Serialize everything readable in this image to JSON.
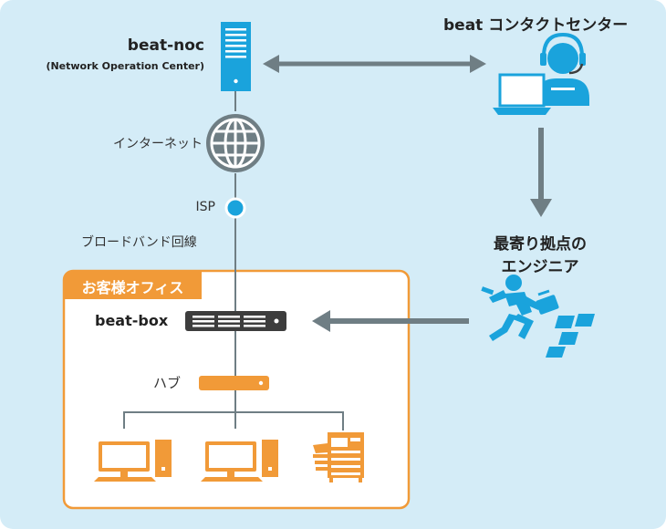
{
  "noc": {
    "title": "beat-noc",
    "subtitle": "(Network Operation Center)"
  },
  "contact_center": {
    "title": "beat コンタクトセンター"
  },
  "internet": {
    "label": "インターネット"
  },
  "isp": {
    "label": "ISP"
  },
  "broadband": {
    "label": "ブロードバンド回線"
  },
  "engineer": {
    "line1": "最寄り拠点の",
    "line2": "エンジニア"
  },
  "office": {
    "title": "お客様オフィス"
  },
  "beatbox": {
    "label": "beat-box"
  },
  "hub": {
    "label": "ハブ"
  },
  "colors": {
    "background": "#d4ecf7",
    "blue": "#1aa3dc",
    "orange": "#f19a38",
    "gray": "#6f7e84",
    "dark": "#3d3d3d"
  }
}
